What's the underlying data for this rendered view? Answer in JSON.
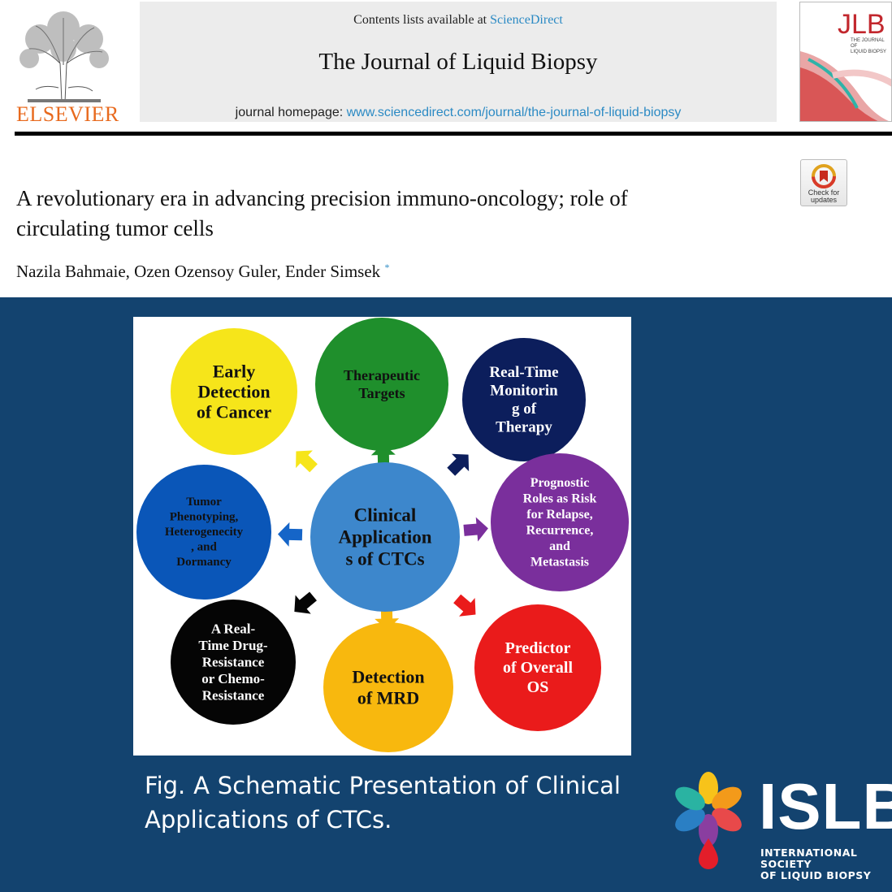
{
  "header": {
    "publisher": "ELSEVIER",
    "contents_prefix": "Contents lists available at ",
    "contents_link": "ScienceDirect",
    "journal_title": "The Journal of Liquid Biopsy",
    "homepage_label": "journal homepage: ",
    "homepage_url": "www.sciencedirect.com/journal/the-journal-of-liquid-biopsy",
    "cover_title": "JLB",
    "cover_subtitle_1": "THE JOURNAL OF",
    "cover_subtitle_2": "LIQUID BIOPSY",
    "check_updates_line1": "Check for",
    "check_updates_line2": "updates"
  },
  "article": {
    "title_line1": "A revolutionary era in advancing precision immuno-oncology; role of",
    "title_line2": "circulating tumor cells",
    "authors": "Nazila Bahmaie, Ozen Ozensoy Guler, Ender Simsek",
    "author_mark": "*"
  },
  "figure": {
    "center": {
      "lines": [
        "Clinical",
        "Application",
        "s of CTCs"
      ],
      "color": "#3d87cc"
    },
    "nodes": [
      {
        "id": "early-detection",
        "lines": [
          "Early",
          "Detection",
          "of Cancer"
        ],
        "color": "#f6e51a",
        "text_color": "#111111",
        "arrow_color": "#f6e51a"
      },
      {
        "id": "therapeutic-targets",
        "lines": [
          "Therapeutic",
          "Targets"
        ],
        "color": "#1f8f2c",
        "text_color": "#111111",
        "arrow_color": "#1f8f2c"
      },
      {
        "id": "real-time-monitoring",
        "lines": [
          "Real-Time",
          "Monitorin",
          "g of",
          "Therapy"
        ],
        "color": "#0c1e5c",
        "text_color": "#ffffff",
        "arrow_color": "#0c1e5c"
      },
      {
        "id": "prognostic-roles",
        "lines": [
          "Prognostic",
          "Roles as Risk",
          "for Relapse,",
          "Recurrence,",
          "and",
          "Metastasis"
        ],
        "color": "#7a2f9c",
        "text_color": "#ffffff",
        "arrow_color": "#7a2f9c"
      },
      {
        "id": "predictor-os",
        "lines": [
          "Predictor",
          "of Overall",
          "OS"
        ],
        "color": "#ea1b1b",
        "text_color": "#ffffff",
        "arrow_color": "#ea1b1b"
      },
      {
        "id": "detection-mrd",
        "lines": [
          "Detection",
          "of MRD"
        ],
        "color": "#f8b80e",
        "text_color": "#111111",
        "arrow_color": "#f8b80e"
      },
      {
        "id": "drug-resistance",
        "lines": [
          "A Real-",
          "Time Drug-",
          "Resistance",
          "or Chemo-",
          "Resistance"
        ],
        "color": "#050505",
        "text_color": "#ffffff",
        "arrow_color": "#050505"
      },
      {
        "id": "tumor-phenotyping",
        "lines": [
          "Tumor",
          "Phenotyping,",
          "Heterogenecity",
          ", and",
          "Dormancy"
        ],
        "color": "#0a56b8",
        "text_color": "#111111",
        "arrow_color": "#1565c8"
      }
    ],
    "caption": "Fig. A Schematic Presentation of Clinical Applications of CTCs."
  },
  "society": {
    "acronym": "ISLB",
    "name_line1": "INTERNATIONAL SOCIETY",
    "name_line2": "OF LIQUID BIOPSY"
  }
}
